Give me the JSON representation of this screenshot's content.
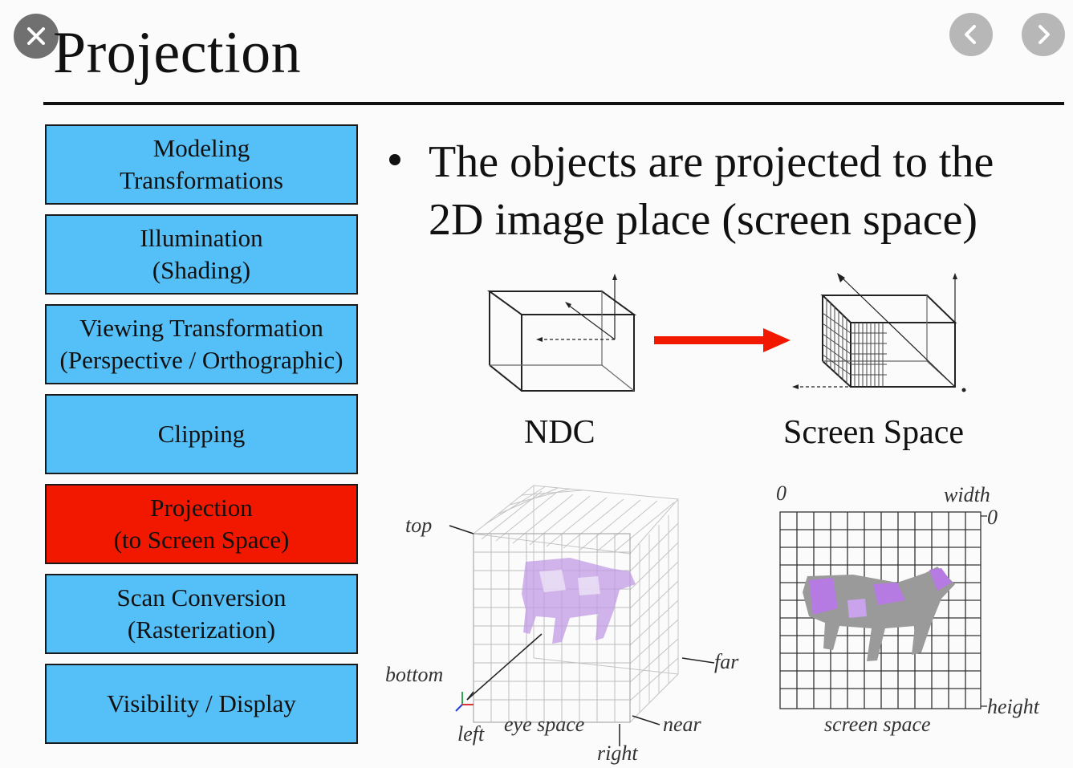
{
  "slide": {
    "title": "Projection",
    "bullet": {
      "line1": "The objects are projected to the",
      "line2": "2D image place (screen space)"
    }
  },
  "pipeline": [
    {
      "line1": "Modeling",
      "line2": "Transformations",
      "active": false
    },
    {
      "line1": "Illumination",
      "line2": "(Shading)",
      "active": false
    },
    {
      "line1": "Viewing Transformation",
      "line2": "(Perspective / Orthographic)",
      "active": false
    },
    {
      "line1": "Clipping",
      "line2": "",
      "active": false
    },
    {
      "line1": "Projection",
      "line2": "(to Screen Space)",
      "active": true
    },
    {
      "line1": "Scan Conversion",
      "line2": "(Rasterization)",
      "active": false
    },
    {
      "line1": "Visibility / Display",
      "line2": "",
      "active": false
    }
  ],
  "captions": {
    "ndc": "NDC",
    "screen_space": "Screen Space"
  },
  "eye_space_figure": {
    "top": "top",
    "bottom": "bottom",
    "left": "left",
    "right": "right",
    "near": "near",
    "far": "far",
    "caption": "eye space"
  },
  "screen_space_figure": {
    "origin": "0",
    "width": "width",
    "width_zero": "0",
    "height": "height",
    "caption": "screen space"
  },
  "controls": {
    "close_icon": "close-icon",
    "prev_icon": "chevron-left-icon",
    "next_icon": "chevron-right-icon"
  },
  "colors": {
    "stage_blue": "#55bff7",
    "stage_active": "#f21800",
    "arrow_red": "#f21800",
    "cow_purple": "#b07be0"
  }
}
